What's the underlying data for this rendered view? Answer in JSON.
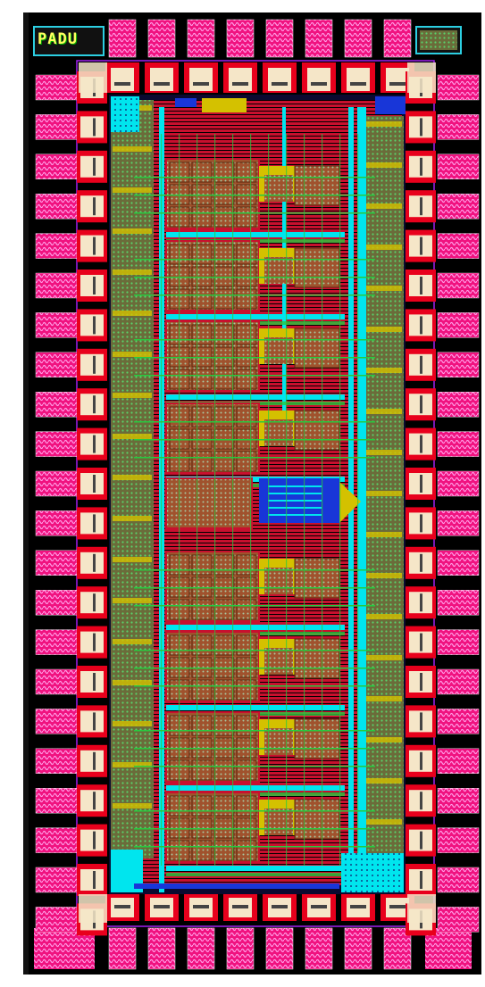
{
  "layout": {
    "corner_labels": {
      "top_left": "PADU",
      "top_right": "",
      "bottom_left": "",
      "bottom_right": ""
    },
    "colors": {
      "background": "#000000",
      "pad_magenta": "#f0127f",
      "pad_pattern_light": "#ff9ce6",
      "pad_frame_black": "#000000",
      "io_cell_cream": "#f5e6c8",
      "io_cell_red": "#e8001c",
      "core_red": "#c8102e",
      "core_brown": "#a0522d",
      "core_cyan": "#00e5ee",
      "core_yellow": "#d4c100",
      "core_green": "#27c93f",
      "core_blue": "#1836d8",
      "core_outline": "#a020f0",
      "grid_dot": "#a8c8a0"
    },
    "pad_ring": {
      "top_pads": 8,
      "bottom_pads": 8,
      "left_pads": 22,
      "right_pads": 22
    },
    "core_blocks": 8
  }
}
